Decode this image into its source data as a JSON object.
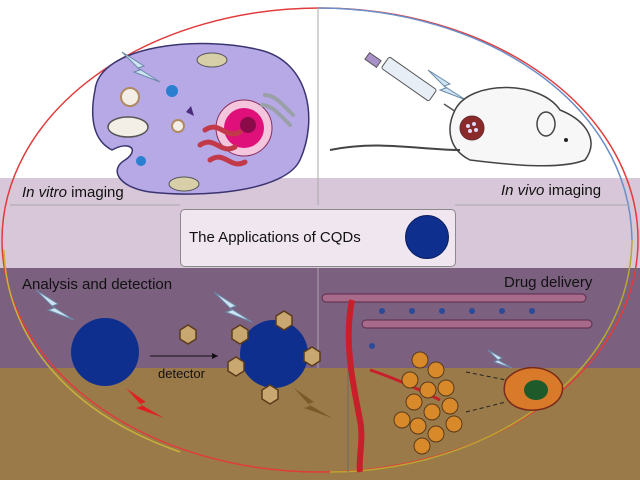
{
  "labels": {
    "in_vitro_italic": "In vitro",
    "in_vitro_rest": " imaging",
    "in_vivo_italic": "In vivo",
    "in_vivo_rest": " imaging",
    "center_title": "The Applications of CQDs",
    "analysis": "Analysis and detection",
    "drug_delivery": "Drug delivery",
    "detector": "detector"
  },
  "colors": {
    "top_bg": "#ffffff",
    "band_bg": "#d8c7d8",
    "bottom_mauve": "#7a5f7f",
    "bottom_brown": "#9b7a4a",
    "cqd_blue": "#0f2f8f",
    "cell_purple": "#b7a9e6",
    "nucleus_pink": "#e0107a",
    "organelle_red": "#c23a4a",
    "outer_circle_red": "#e23b3b",
    "outer_circle_olive": "#b8a830",
    "vessel_red": "#c8202a"
  },
  "icons": [
    "lightning-icon",
    "syringe-icon",
    "mouse-icon",
    "cell-icon",
    "cqd-dot-icon",
    "hexagon-analyte-icon",
    "blood-vessel-icon",
    "tumor-icon",
    "antibody-icon"
  ]
}
